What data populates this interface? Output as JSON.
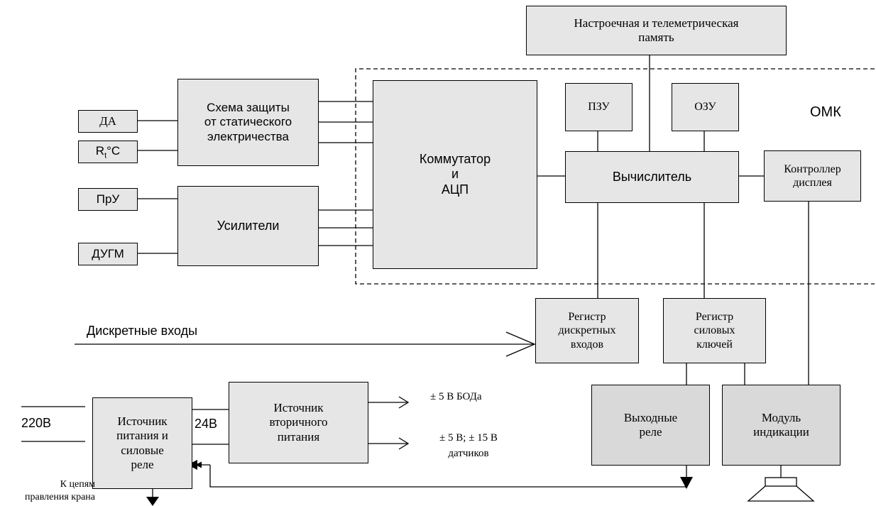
{
  "blocks": {
    "memory": "Настроечная и телеметрическая\nпамять",
    "protection": "Схема защиты\nот статического\nэлектричества",
    "da": "ДА",
    "rt": "Rt°C",
    "pru": "ПрУ",
    "dugm": "ДУГМ",
    "amplifiers": "Усилители",
    "commutator": "Коммутатор\nи\nАЦП",
    "pzu": "ПЗУ",
    "ozu": "ОЗУ",
    "calculator": "Вычислитель",
    "display_controller": "Контроллер\nдисплея",
    "discrete_register": "Регистр\nдискретных\nвходов",
    "power_key_register": "Регистр\nсиловых\nключей",
    "output_relay": "Выходные\nреле",
    "indication_module": "Модуль\nиндикации",
    "secondary_power": "Источник\nвторичного\nпитания",
    "power_source": "Источник\nпитания и\nсиловые\nреле"
  },
  "labels": {
    "omk": "ОМК",
    "discrete_inputs": "Дискретные входы",
    "v220": "220В",
    "v24": "24В",
    "out_boda": "± 5 В БОДа",
    "out_sensors": "± 5 В; ± 15 В\nдатчиков",
    "crane_circuits": "К цепям\nправления крана"
  },
  "colors": {
    "block_fill": "#e6e6e6",
    "block_fill_dark": "#d9d9d9",
    "line": "#000000"
  }
}
